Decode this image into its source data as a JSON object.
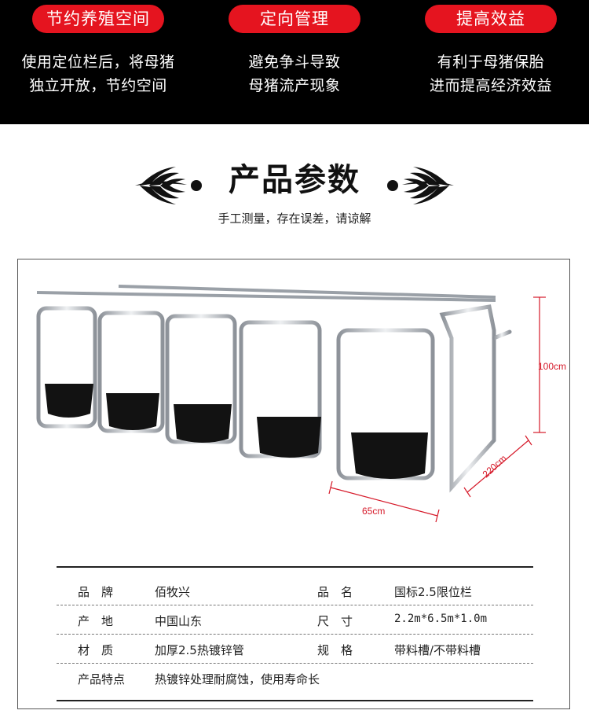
{
  "features": [
    {
      "title": "节约养殖空间",
      "lines": [
        "使用定位栏后，将母猪",
        "独立开放，节约空间"
      ]
    },
    {
      "title": "定向管理",
      "lines": [
        "避免争斗导致",
        "母猪流产现象"
      ]
    },
    {
      "title": "提高效益",
      "lines": [
        "有利于母猪保胎",
        "进而提高经济效益"
      ]
    }
  ],
  "section": {
    "title": "产品参数",
    "subtitle": "手工测量，存在误差，请谅解"
  },
  "product_image": {
    "dimensions": {
      "height": "100cm",
      "length": "220cm",
      "width": "65cm"
    }
  },
  "specs": [
    {
      "k1": "品　牌",
      "v1": "佰牧兴",
      "k2": "品　名",
      "v2": "国标2.5限位栏"
    },
    {
      "k1": "产　地",
      "v1": "中国山东",
      "k2": "尺　寸",
      "v2": "2.2m*6.5m*1.0m"
    },
    {
      "k1": "材　质",
      "v1": "加厚2.5热镀锌管",
      "k2": "规　格",
      "v2": "带料槽/不带料槽"
    },
    {
      "k1": "产品特点",
      "v1": "热镀锌处理耐腐蚀，使用寿命长"
    }
  ],
  "colors": {
    "accent": "#e5141f",
    "banner_bg": "#000000",
    "measure_line": "#d61a2a"
  }
}
